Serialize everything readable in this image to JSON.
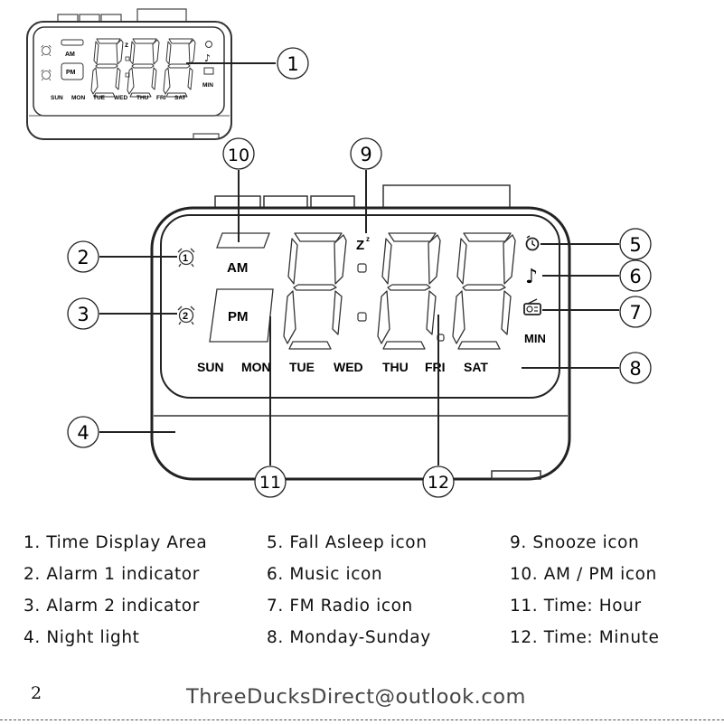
{
  "small_display": {
    "am": "AM",
    "pm": "PM",
    "min": "MIN",
    "snooze": "z",
    "days": [
      "SUN",
      "MON",
      "TUE",
      "WED",
      "THU",
      "FRI",
      "SAT"
    ]
  },
  "large_display": {
    "am": "AM",
    "pm": "PM",
    "min": "MIN",
    "snooze": "Z",
    "snooze_small": "z",
    "alarm1_number": "1",
    "alarm2_number": "2",
    "days": [
      "SUN",
      "MON",
      "TUE",
      "WED",
      "THU",
      "FRI",
      "SAT"
    ]
  },
  "callouts": [
    "1",
    "2",
    "3",
    "4",
    "5",
    "6",
    "7",
    "8",
    "9",
    "10",
    "11",
    "12"
  ],
  "legend": [
    "1. Time Display Area",
    "2. Alarm 1 indicator",
    "3. Alarm 2 indicator",
    "4. Night light",
    "5. Fall Asleep icon",
    "6. Music icon",
    "7. FM Radio icon",
    "8. Monday-Sunday",
    "9. Snooze icon",
    "10. AM / PM icon",
    "11. Time: Hour",
    "12. Time: Minute"
  ],
  "page_number": "2",
  "footer_email": "ThreeDucksDirect@outlook.com",
  "icons": [
    "alarm-clock-icon",
    "timer-icon",
    "music-note-icon",
    "radio-icon"
  ],
  "colors": {
    "line": "#222222",
    "text": "#111111",
    "outline": "#444444"
  }
}
